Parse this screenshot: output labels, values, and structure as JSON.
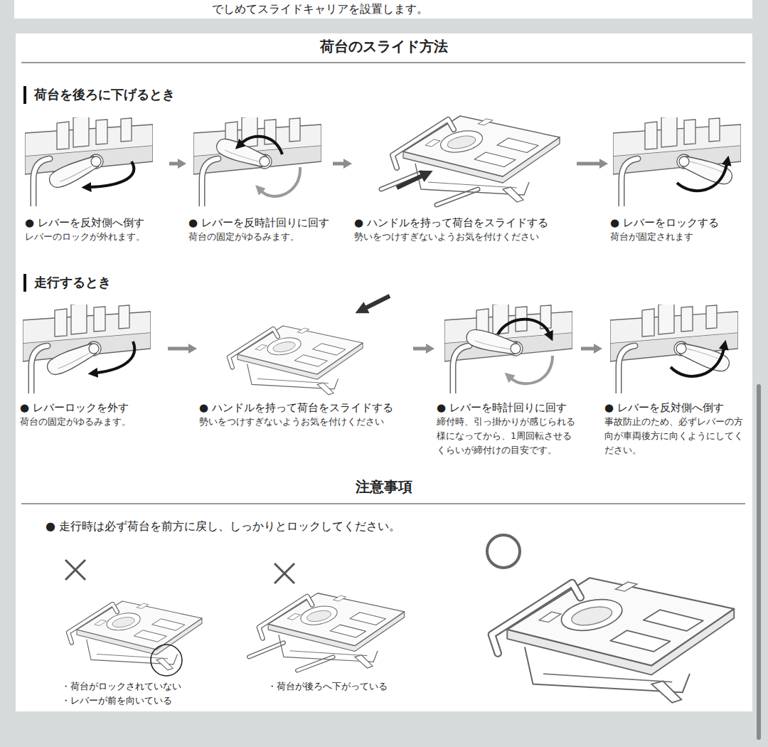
{
  "diagram": {
    "title": "荷台のスライド方法",
    "nodes": [
      {
        "text": [
          "● レバーを反対側へ倒す",
          "レバーのロックが外れます。"
        ]
      },
      {
        "text": [
          "● レバーを反時計回りに回す",
          "荷台の固定がゆるみます。"
        ]
      },
      {
        "text": [
          "● ハンドルを持って荷台をスライドする",
          "勢いをつけすぎないようお気を付けください"
        ]
      },
      {
        "text": [
          "● レバーをロックする",
          "荷台が固定されます"
        ]
      },
      {
        "text": [
          "● レバーロックを外す",
          "荷台の固定がゆるみます。"
        ]
      },
      {
        "text": [
          "● ハンドルを持って荷台をスライドする",
          "勢いをつけすぎないようお気を付けください"
        ]
      },
      {
        "text": [
          "● レバーを時計回りに回す",
          "締付時、引っ掛かりが感じられる様になってから、1周回転させるくらいが締付けの目安です。"
        ]
      },
      {
        "text": [
          "● レバーを反対側へ倒す",
          "事故防止のため、必ずレバーの方向が車両後方に向くようにしてください。"
        ]
      }
    ],
    "edges": [
      {
        "from": 0,
        "to": 1,
        "arrow": "to"
      },
      {
        "from": 1,
        "to": 2,
        "arrow": "to"
      },
      {
        "from": 2,
        "to": 3,
        "arrow": "to"
      },
      {
        "from": 4,
        "to": 5,
        "arrow": "to"
      },
      {
        "from": 5,
        "to": 6,
        "arrow": "to"
      },
      {
        "from": 6,
        "to": 7,
        "arrow": "to"
      }
    ],
    "labels": [
      "でしめてスライドキャリアを設置します。",
      "荷台を後ろに下げるとき",
      "走行するとき",
      "注意事項",
      "● 走行時は必ず荷台を前方に戻し、しっかりとロックしてください。",
      "・荷台がロックされていない",
      "・レバーが前を向いている",
      "・荷台が後ろへ下がっている"
    ]
  }
}
